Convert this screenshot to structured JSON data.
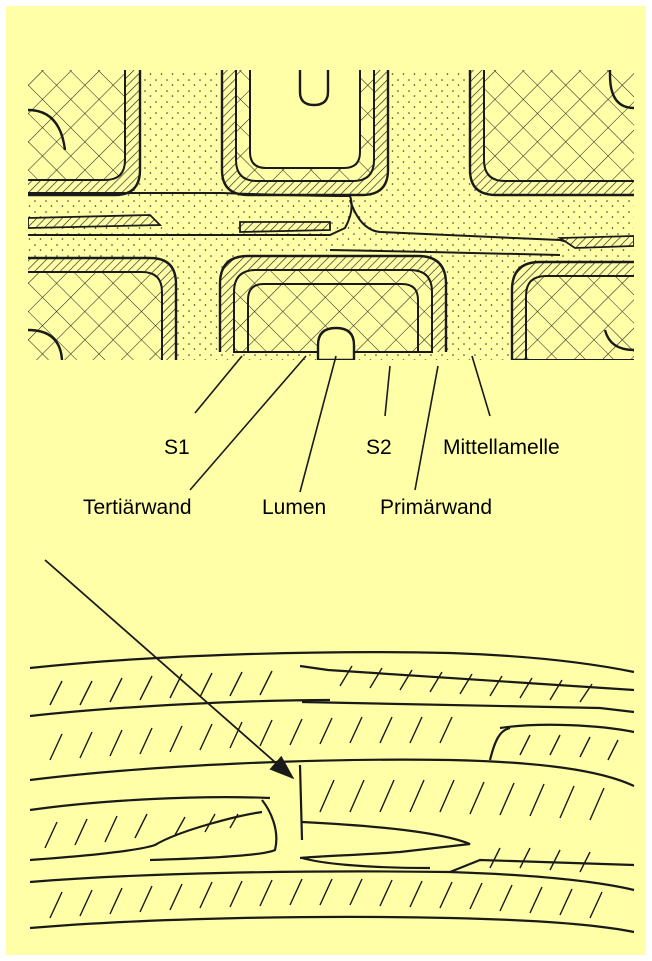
{
  "labels": {
    "s1": "S1",
    "s2": "S2",
    "mittellamelle": "Mittellamelle",
    "tertiaerwand": "Tertiärwand",
    "lumen": "Lumen",
    "primaerwand": "Primärwand"
  },
  "colors": {
    "background": "#ffffa8",
    "ink": "#1a1a1a"
  }
}
